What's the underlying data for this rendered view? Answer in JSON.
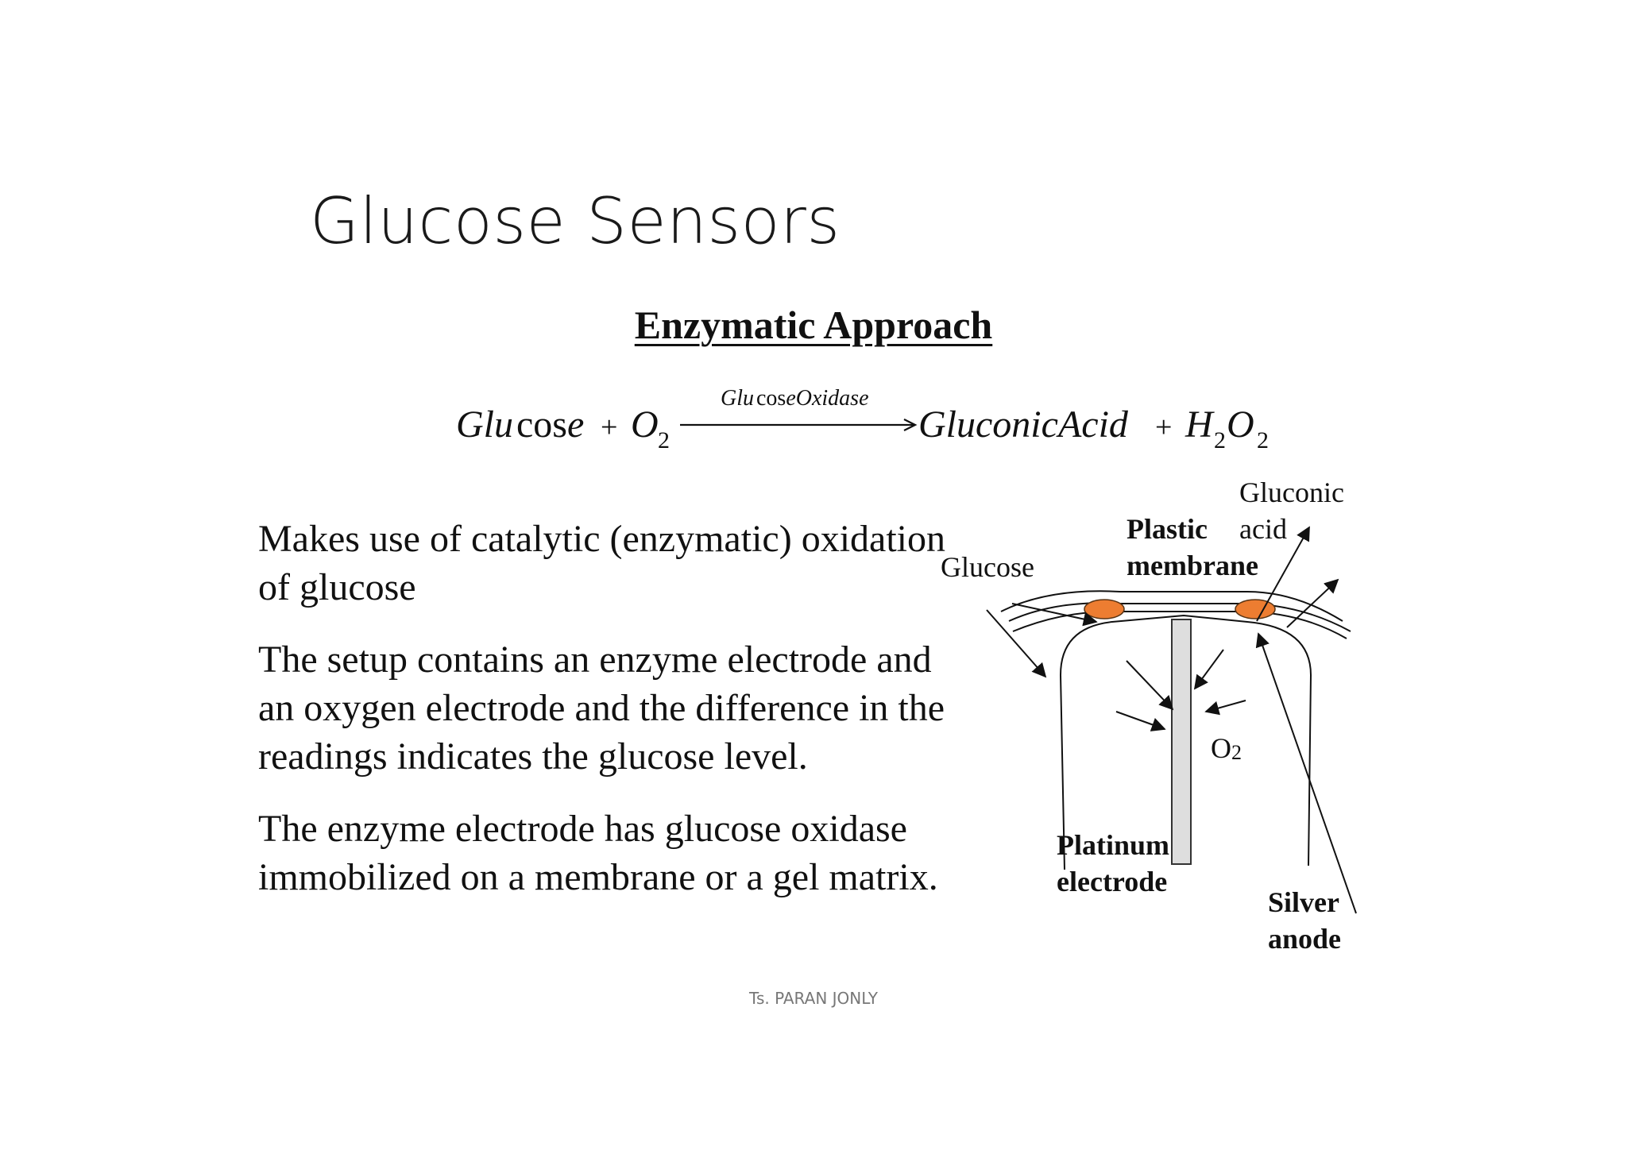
{
  "title": "Glucose Sensors",
  "subtitle": "Enzymatic Approach",
  "equation": {
    "reactant1_a": "Glu",
    "reactant1_b": "cos",
    "reactant1_c": "e",
    "plus1": "+",
    "oxygen": "O",
    "oxygen_sub": "2",
    "catalyst_a": "Glu",
    "catalyst_b": "cos",
    "catalyst_c": "eOxidase",
    "product1": "GluconicAcid",
    "plus2": "+",
    "h": "H",
    "h_sub": "2",
    "o": "O",
    "o_sub": "2"
  },
  "paragraphs": [
    "Makes use of catalytic (enzymatic) oxidation of glucose",
    "The setup contains an enzyme electrode and an oxygen electrode and the difference in the readings indicates the glucose level.",
    "The enzyme electrode has glucose oxidase immobilized on a membrane or a gel matrix."
  ],
  "diagram": {
    "gluconic_acid_line1": "Gluconic",
    "gluconic_acid_line2": "acid",
    "plastic_membrane_line1": "Plastic",
    "plastic_membrane_line2": "membrane",
    "glucose": "Glucose",
    "o2": "O",
    "o2_sub": "2",
    "platinum_line1": "Platinum",
    "platinum_line2": "electrode",
    "silver_line1": "Silver",
    "silver_line2": "anode",
    "enzyme_color": "#ED7D31"
  },
  "footer": "Ts. PARAN JONLY"
}
